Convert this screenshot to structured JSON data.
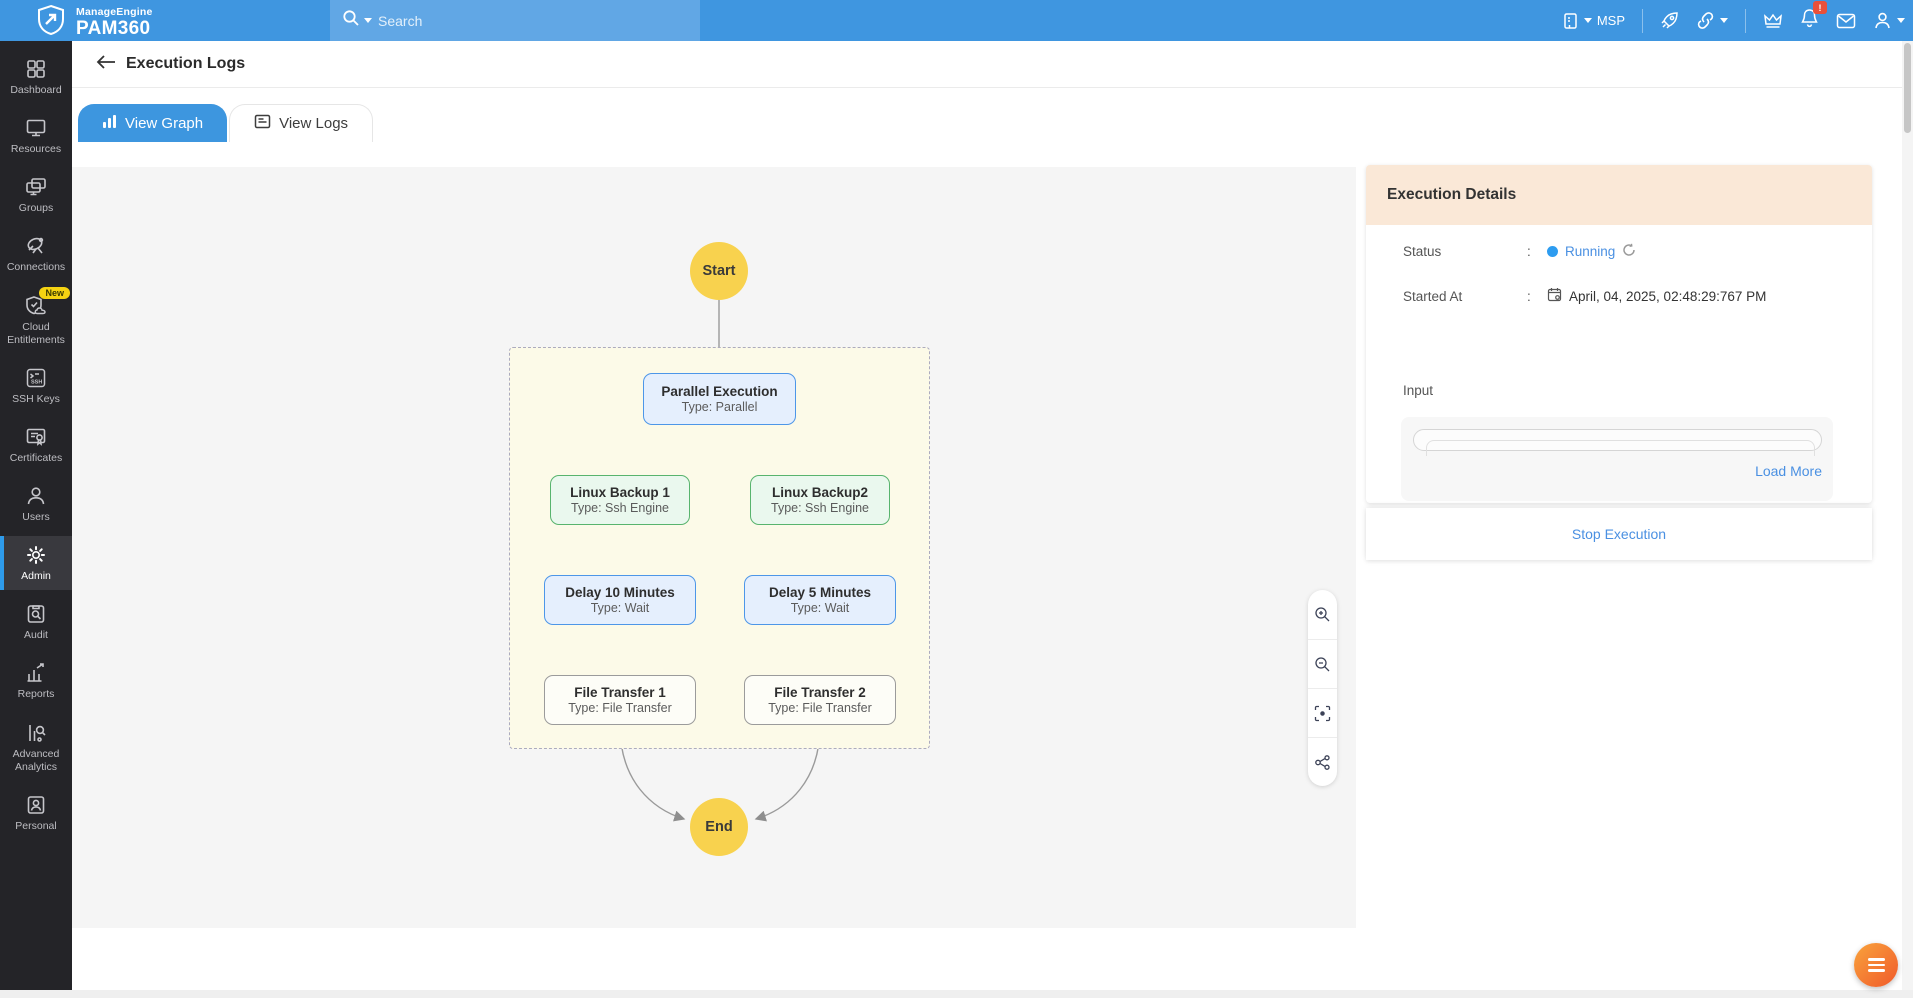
{
  "topbar": {
    "brand_line1": "ManageEngine",
    "brand_line2": "PAM360",
    "search_placeholder": "Search",
    "org_label": "MSP",
    "notification_badge": "!"
  },
  "sidebar": {
    "items": [
      {
        "label": "Dashboard"
      },
      {
        "label": "Resources"
      },
      {
        "label": "Groups"
      },
      {
        "label": "Connections"
      },
      {
        "label": "Cloud Entitlements",
        "badge": "New"
      },
      {
        "label": "SSH Keys"
      },
      {
        "label": "Certificates"
      },
      {
        "label": "Users"
      },
      {
        "label": "Admin"
      },
      {
        "label": "Audit"
      },
      {
        "label": "Reports"
      },
      {
        "label": "Advanced Analytics"
      },
      {
        "label": "Personal"
      }
    ]
  },
  "header": {
    "title": "Execution Logs"
  },
  "tabs": [
    {
      "label": "View Graph"
    },
    {
      "label": "View Logs"
    }
  ],
  "graph": {
    "nodes": [
      {
        "id": "start",
        "label": "Start"
      },
      {
        "id": "parallel",
        "title": "Parallel Execution",
        "subtitle": "Type: Parallel"
      },
      {
        "id": "backup1",
        "title": "Linux Backup 1",
        "subtitle": "Type: Ssh Engine"
      },
      {
        "id": "backup2",
        "title": "Linux Backup2",
        "subtitle": "Type: Ssh Engine"
      },
      {
        "id": "delay1",
        "title": "Delay 10 Minutes",
        "subtitle": "Type: Wait"
      },
      {
        "id": "delay2",
        "title": "Delay 5 Minutes",
        "subtitle": "Type: Wait"
      },
      {
        "id": "file1",
        "title": "File Transfer 1",
        "subtitle": "Type: File Transfer"
      },
      {
        "id": "file2",
        "title": "File Transfer 2",
        "subtitle": "Type: File Transfer"
      },
      {
        "id": "end",
        "label": "End"
      }
    ]
  },
  "details": {
    "title": "Execution Details",
    "status_label": "Status",
    "separator": ":",
    "status_value": "Running",
    "started_label": "Started At",
    "started_value": "April, 04, 2025, 02:48:29:767 PM",
    "input_label": "Input",
    "load_more": "Load More",
    "stop_execution": "Stop Execution"
  },
  "colors": {
    "topbar": "#3F96E0",
    "active_tab": "#3D96DF",
    "node_yellow": "#F8D24E",
    "node_blue_border": "#4D96E8",
    "node_green_border": "#58B46E",
    "details_header_bg": "#FAE8D7",
    "link_blue": "#4A90E2",
    "fab_orange": "#F05A2B"
  }
}
